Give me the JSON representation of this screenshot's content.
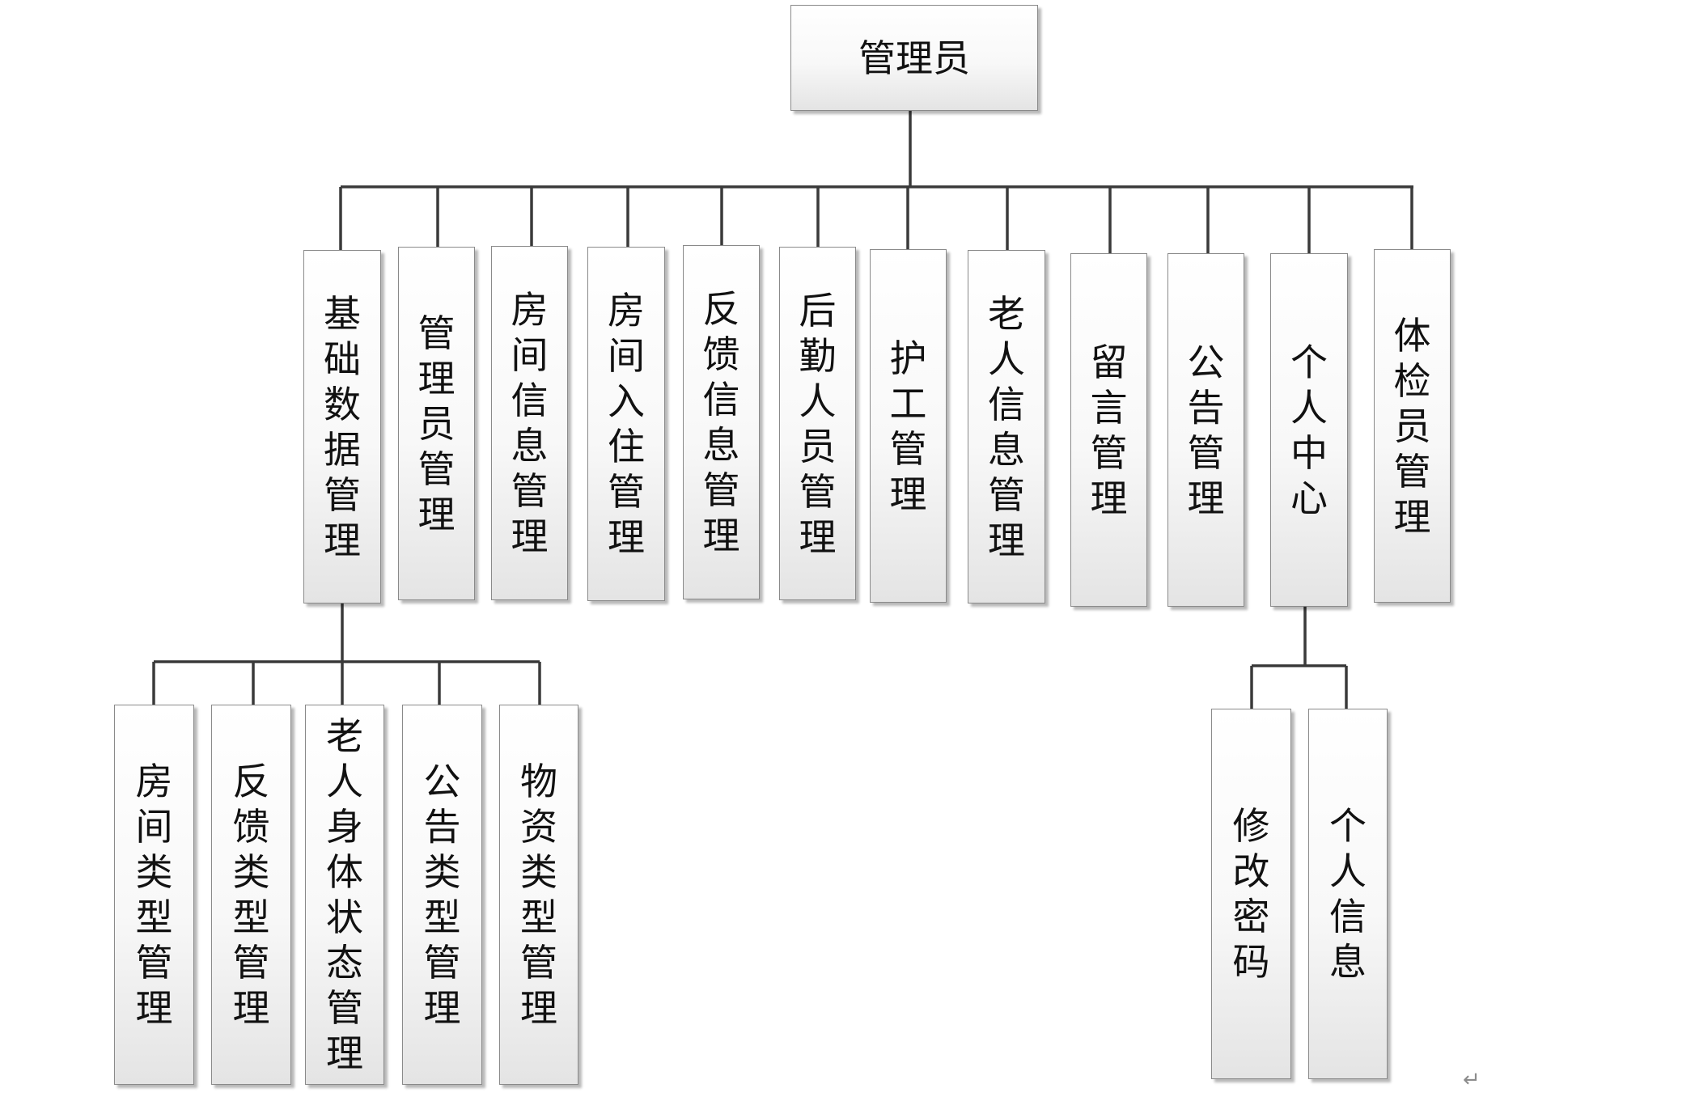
{
  "root": {
    "label": "管理员"
  },
  "modules": [
    {
      "label": "基础数据管理"
    },
    {
      "label": "管理员管理"
    },
    {
      "label": "房间信息管理"
    },
    {
      "label": "房间入住管理"
    },
    {
      "label": "反馈信息管理"
    },
    {
      "label": "后勤人员管理"
    },
    {
      "label": "护工管理"
    },
    {
      "label": "老人信息管理"
    },
    {
      "label": "留言管理"
    },
    {
      "label": "公告管理"
    },
    {
      "label": "个人中心"
    },
    {
      "label": "体检员管理"
    }
  ],
  "basic_data_children": [
    {
      "label": "房间类型管理"
    },
    {
      "label": "反馈类型管理"
    },
    {
      "label": "老人身体状态管理"
    },
    {
      "label": "公告类型管理"
    },
    {
      "label": "物资类型管理"
    }
  ],
  "personal_center_children": [
    {
      "label": "修改密码"
    },
    {
      "label": "个人信息"
    }
  ],
  "paragraph_mark": "↵"
}
